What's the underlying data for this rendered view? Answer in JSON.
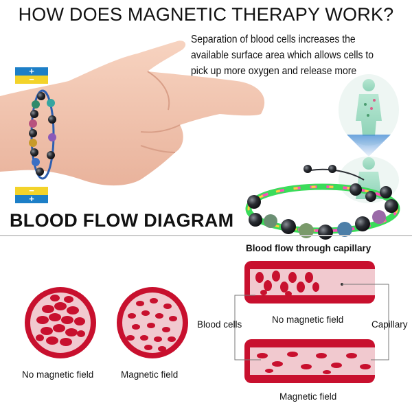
{
  "header": {
    "title": "HOW DOES MAGNETIC THERAPY WORK?",
    "description": "Separation of blood cells increases the available surface area which allows cells to pick up more oxygen and release more energy."
  },
  "polarity": {
    "top": {
      "upper": "+",
      "lower": "−"
    },
    "bottom": {
      "upper": "−",
      "lower": "+"
    }
  },
  "diagram": {
    "section_title": "BLOOD FLOW DIAGRAM",
    "capillary_title": "Blood flow through capillary",
    "circle_left_label": "No magnetic field",
    "circle_right_label": "Magnetic field",
    "blood_cells_label": "Blood cells",
    "capillary_label": "Capillary",
    "tube_top_label": "No magnetic field",
    "tube_bottom_label": "Magnetic field"
  },
  "colors": {
    "blood": "#c8102e",
    "vessel_wall": "#d9243a",
    "cell_dark": "#a4061b",
    "plus_blue": "#1d7fc7",
    "minus_yellow": "#f3d32a"
  }
}
